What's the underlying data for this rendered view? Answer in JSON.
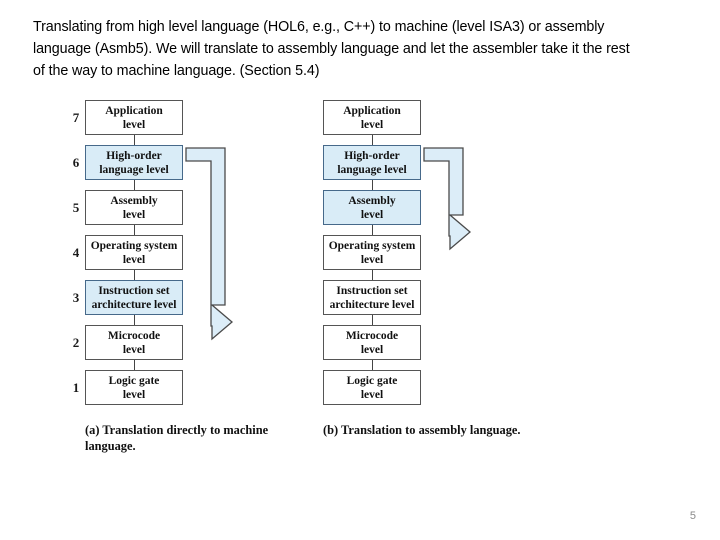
{
  "slide": {
    "intro_text": "Translating from high level language (HOL6, e.g., C++) to machine (level ISA3) or assembly language (Asmb5).  We will translate to assembly language and let the assembler take it the rest of the way to machine language. (Section 5.4)",
    "page_number": "5"
  },
  "colors": {
    "highlight_fill": "#d9ecf7",
    "highlight_border": "#46698a",
    "box_border": "#555555",
    "arrow_fill": "#dcedf8",
    "arrow_stroke": "#4a4a4a",
    "text": "#111111",
    "page_number": "#8a8a8a"
  },
  "figure": {
    "panel_a": {
      "caption_tag": "(a)",
      "caption_text": "Translation directly to machine language.",
      "levels": [
        {
          "number": "7",
          "line1": "Application",
          "line2": "level",
          "highlighted": false
        },
        {
          "number": "6",
          "line1": "High-order",
          "line2": "language level",
          "highlighted": true
        },
        {
          "number": "5",
          "line1": "Assembly",
          "line2": "level",
          "highlighted": false
        },
        {
          "number": "4",
          "line1": "Operating system",
          "line2": "level",
          "highlighted": false
        },
        {
          "number": "3",
          "line1": "Instruction set",
          "line2": "architecture level",
          "highlighted": true
        },
        {
          "number": "2",
          "line1": "Microcode",
          "line2": "level",
          "highlighted": false
        },
        {
          "number": "1",
          "line1": "Logic gate",
          "line2": "level",
          "highlighted": false
        }
      ],
      "arrow": {
        "from_level": "6",
        "to_level": "3",
        "direction": "down-then-left"
      }
    },
    "panel_b": {
      "caption_tag": "(b)",
      "caption_text": "Translation to assembly language.",
      "levels": [
        {
          "number": "",
          "line1": "Application",
          "line2": "level",
          "highlighted": false
        },
        {
          "number": "",
          "line1": "High-order",
          "line2": "language level",
          "highlighted": true
        },
        {
          "number": "",
          "line1": "Assembly",
          "line2": "level",
          "highlighted": true
        },
        {
          "number": "",
          "line1": "Operating system",
          "line2": "level",
          "highlighted": false
        },
        {
          "number": "",
          "line1": "Instruction set",
          "line2": "architecture level",
          "highlighted": false
        },
        {
          "number": "",
          "line1": "Microcode",
          "line2": "level",
          "highlighted": false
        },
        {
          "number": "",
          "line1": "Logic gate",
          "line2": "level",
          "highlighted": false
        }
      ],
      "arrow": {
        "from_level": "6",
        "to_level": "5",
        "direction": "down-then-left"
      }
    }
  }
}
